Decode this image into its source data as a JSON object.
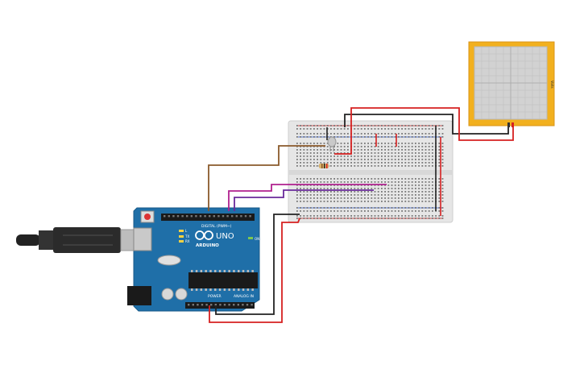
{
  "arduino": {
    "brand": "ARDUINO",
    "model": "UNO",
    "digital_header": "DIGITAL (PWM~)",
    "power_header": "POWER",
    "analog_header": "ANALOG IN",
    "on_label": "ON",
    "tx_label": "TX",
    "rx_label": "RX",
    "l_label": "L"
  },
  "oscilloscope": {
    "channel_label": "Volts"
  },
  "colors": {
    "board": "#1f6fa8",
    "breadboard": "#e6e6e6",
    "wire_red": "#d62020",
    "wire_black": "#222222",
    "wire_brown": "#8a5a2b",
    "wire_magenta": "#b0208e",
    "wire_purple": "#6a2a9a",
    "scope_frame": "#f2b01e"
  }
}
